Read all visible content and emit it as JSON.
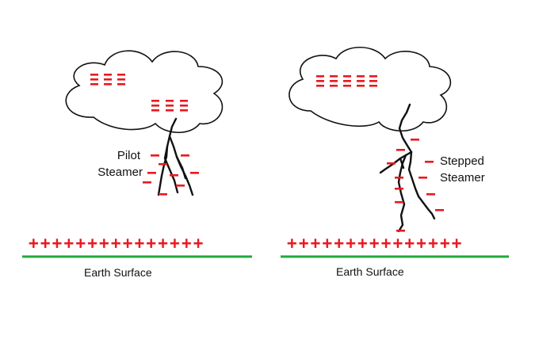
{
  "panels": [
    {
      "streamer_label_line1": "Pilot",
      "streamer_label_line2": "Steamer",
      "ground_label": "Earth Surface",
      "ground_charges": "+++++++++++++++"
    },
    {
      "streamer_label_line1": "Stepped",
      "streamer_label_line2": "Steamer",
      "ground_label": "Earth Surface",
      "ground_charges": "+++++++++++++++"
    }
  ],
  "colors": {
    "charge": "#e8191f",
    "ground_line": "#1faa3a",
    "cloud_outline": "#111111",
    "lightning": "#111111"
  }
}
